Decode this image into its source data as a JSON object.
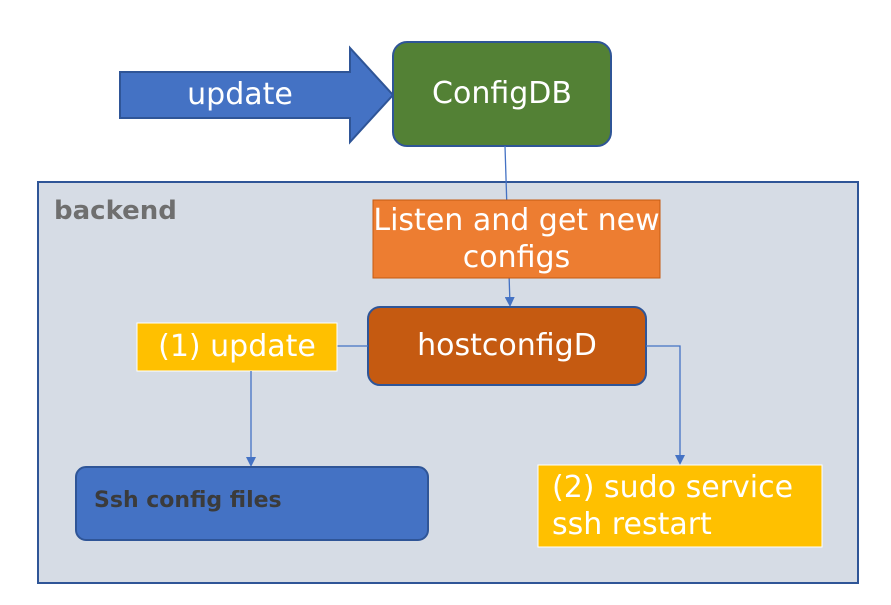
{
  "colors": {
    "blue": "#4472c4",
    "green": "#538135",
    "orange": "#ed7d31",
    "dark_orange": "#c55a11",
    "yellow": "#ffc000",
    "panel": "#d6dce5",
    "panel_border": "#2f5597",
    "line": "#4472c4"
  },
  "diagram": {
    "backend_label": "backend",
    "update_arrow_label": "update",
    "configdb_label": "ConfigDB",
    "listen_label": "Listen and get new configs",
    "hostconfigd_label": "hostconfigD",
    "step1_label": "(1) update",
    "ssh_config_label": "Ssh config files",
    "step2_label_line1": "(2) sudo service",
    "step2_label_line2": "ssh restart"
  }
}
